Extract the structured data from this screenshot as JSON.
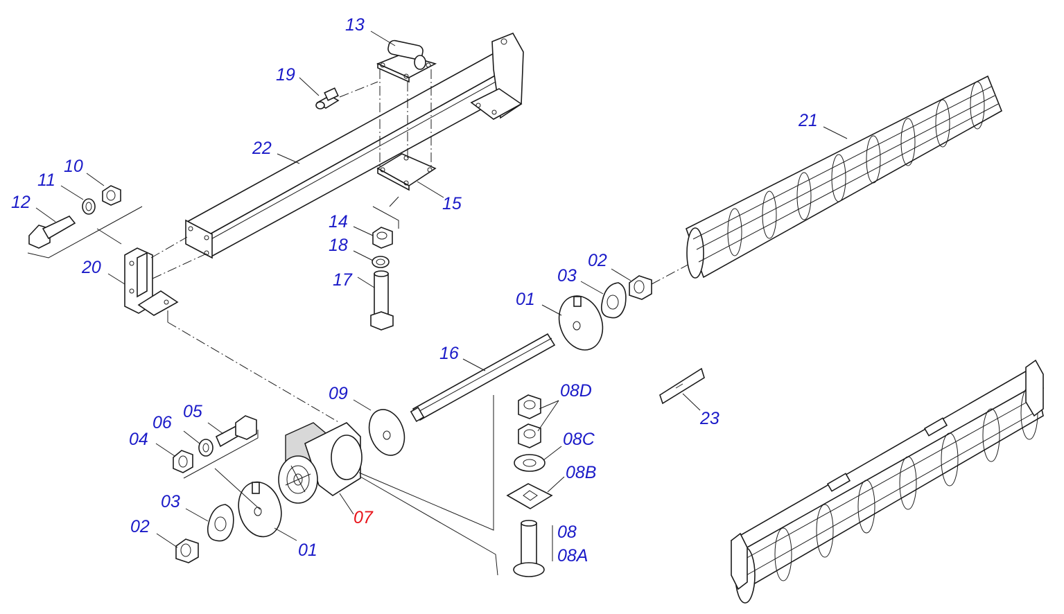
{
  "colors": {
    "label": "#1a1ac8",
    "highlight": "#e8141a",
    "line": "#1a1a1a"
  },
  "labels": {
    "p13": "13",
    "p19": "19",
    "p22": "22",
    "p10": "10",
    "p11": "11",
    "p12": "12",
    "p15": "15",
    "p14": "14",
    "p18": "18",
    "p17": "17",
    "p20": "20",
    "p21": "21",
    "p02r": "02",
    "p03r": "03",
    "p01r": "01",
    "p16": "16",
    "p09": "09",
    "p08D": "08D",
    "p08C": "08C",
    "p08B": "08B",
    "p08": "08",
    "p08A": "08A",
    "p23": "23",
    "p05": "05",
    "p06": "06",
    "p04": "04",
    "p03l": "03",
    "p02l": "02",
    "p01l": "01",
    "p07": "07"
  }
}
